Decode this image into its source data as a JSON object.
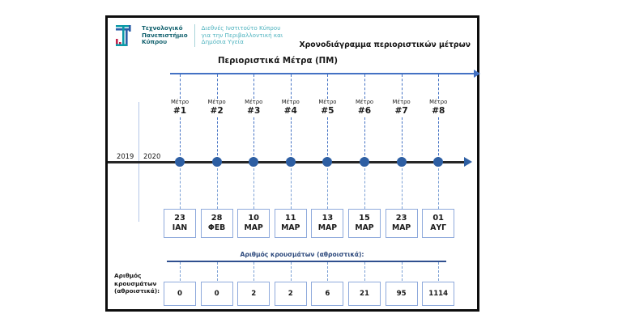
{
  "frame": {
    "border_color": "#0d0d0d"
  },
  "header": {
    "logo": {
      "icon_name": "cyprus-university-of-technology-logo",
      "university_lines": [
        "Τεχνολογικό",
        "Πανεπιστήμιο",
        "Κύπρου"
      ],
      "institute_lines": [
        "Διεθνές Ινστιτούτο Κύπρου",
        "για την Περιβαλλοντική και",
        "Δημόσια Υγεία"
      ],
      "colors": {
        "teal": "#0d9aa8",
        "blue": "#2b5fa8",
        "red": "#c2224b",
        "dark_teal": "#12616e"
      }
    },
    "document_title": "Χρονοδιάγραμμα περιοριστικών μέτρων",
    "section_title": "Περιοριστικά Μέτρα (ΠΜ)"
  },
  "timeline": {
    "years": [
      "2019",
      "2020"
    ],
    "axis_color": "#262626",
    "marker_color": "#2e5fa3",
    "top_axis_color": "#4472c4",
    "measure_word": "Μέτρο",
    "measures": [
      {
        "number": "#1",
        "day": "23",
        "month": "ΙΑΝ",
        "cases": "0"
      },
      {
        "number": "#2",
        "day": "28",
        "month": "ΦΕΒ",
        "cases": "0"
      },
      {
        "number": "#3",
        "day": "10",
        "month": "ΜΑΡ",
        "cases": "2"
      },
      {
        "number": "#4",
        "day": "11",
        "month": "ΜΑΡ",
        "cases": "2"
      },
      {
        "number": "#5",
        "day": "13",
        "month": "ΜΑΡ",
        "cases": "6"
      },
      {
        "number": "#6",
        "day": "15",
        "month": "ΜΑΡ",
        "cases": "21"
      },
      {
        "number": "#7",
        "day": "23",
        "month": "ΜΑΡ",
        "cases": "95"
      },
      {
        "number": "#8",
        "day": "01",
        "month": "ΑΥΓ",
        "cases": "1114"
      }
    ]
  },
  "cases_section": {
    "title": "Αριθμός κρουσμάτων (αθροιστικά):",
    "side_label_lines": [
      "Αριθμός",
      "κρουσμάτων",
      "(αθροιστικά):"
    ],
    "rule_color": "#2f4f8f"
  }
}
